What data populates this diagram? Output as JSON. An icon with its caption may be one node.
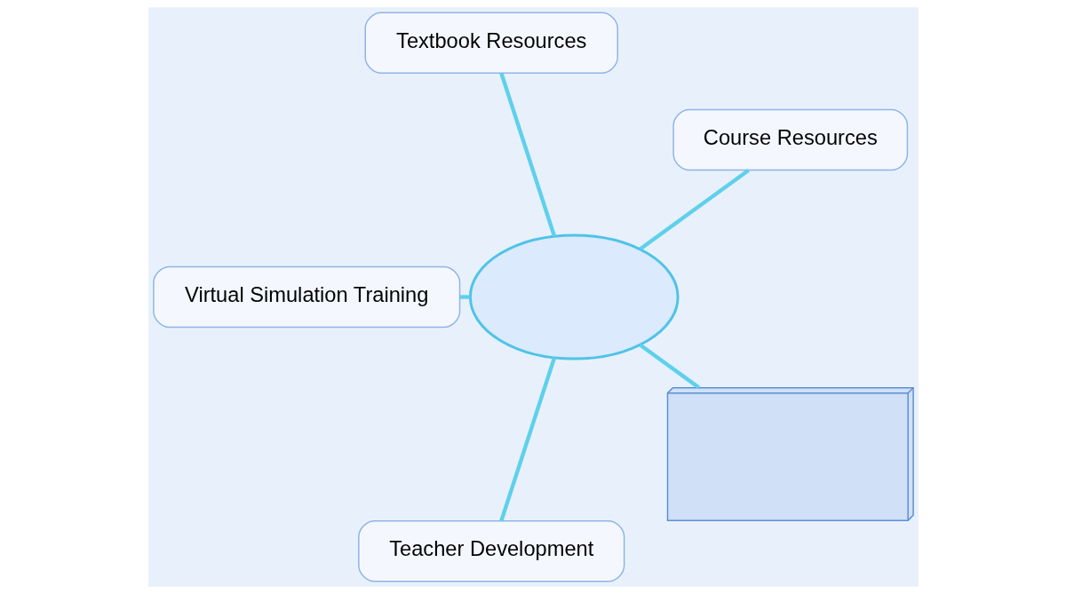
{
  "diagram": {
    "nodes": [
      {
        "text": [],
        "shape": "cloud"
      },
      {
        "text": [
          "Course Resources"
        ]
      },
      {
        "text": [
          "Textbook Resources"
        ]
      },
      {
        "text": [
          "Virtual Simulation Training"
        ]
      },
      {
        "text": [
          "Teacher Development"
        ]
      },
      {
        "text": [],
        "shape": "picture"
      }
    ],
    "edges": [
      {
        "from": 0,
        "to": 1,
        "arrow": "none"
      },
      {
        "from": 0,
        "to": 2,
        "arrow": "none"
      },
      {
        "from": 0,
        "to": 3,
        "arrow": "none"
      },
      {
        "from": 0,
        "to": 4,
        "arrow": "none"
      },
      {
        "from": 0,
        "to": 5,
        "arrow": "none"
      }
    ]
  }
}
